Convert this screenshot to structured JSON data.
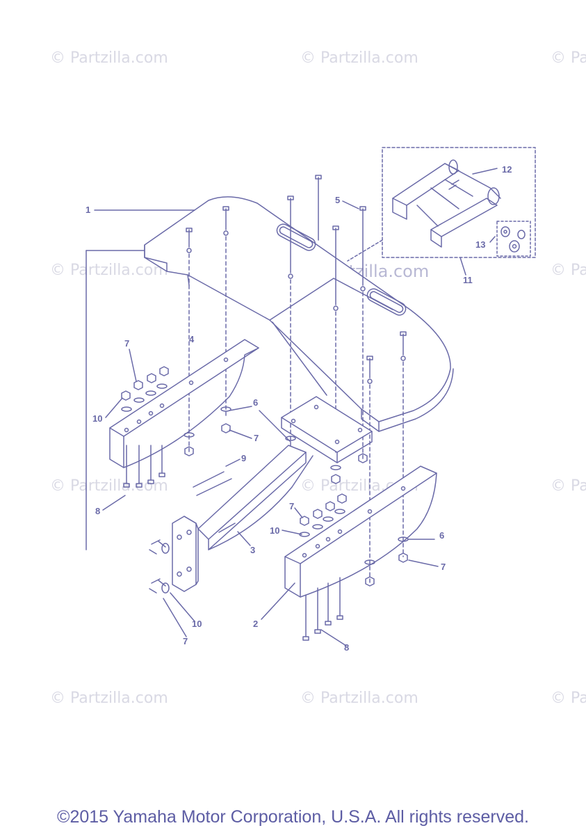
{
  "watermark": "© Partzilla.com",
  "footer": "©2015 Yamaha Motor Corporation, U.S.A. All rights reserved.",
  "callouts": [
    "1",
    "2",
    "3",
    "4",
    "5",
    "6",
    "7",
    "8",
    "9",
    "10",
    "11",
    "12",
    "13"
  ],
  "colors": {
    "line": "#6a6aa8",
    "watermark": "#d9d9e4",
    "footer": "#5d5da4"
  }
}
